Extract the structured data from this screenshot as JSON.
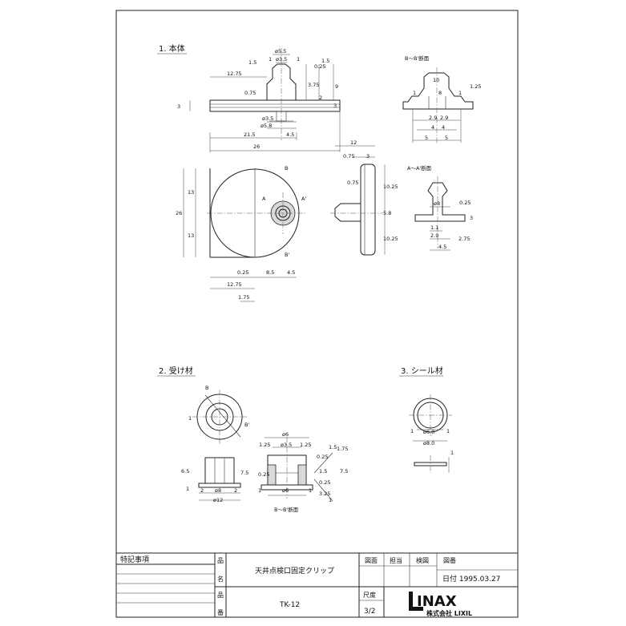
{
  "sections": {
    "s1": "1. 本体",
    "s2": "2. 受け材",
    "s3": "3. シール材"
  },
  "section_labels": {
    "bb_top": "B～B'断面",
    "aa": "A～A'断面",
    "bb_bottom": "B～B'断面",
    "a": "A",
    "a_prime": "A'",
    "b": "B",
    "b_prime": "B'"
  },
  "dims": {
    "d55": "ø5.5",
    "d35a": "ø3.5",
    "d1a": "1",
    "d15a": "1.5",
    "d025a": "0.25",
    "d1275a": "12.75",
    "d075a": "0.75",
    "d375": "3.75",
    "d15b": "1.5",
    "d3a": "3",
    "d2a": "2",
    "d9": "9",
    "d1b": "1",
    "d3b": "3",
    "d35b": "ø3.5",
    "d58": "ø5.8",
    "d215": "21.5",
    "d45a": "4.5",
    "d26a": "26",
    "bb10": "10",
    "bb125": "1.25",
    "bb1": "1",
    "bb8": "8",
    "bb1b": "1",
    "bb29a": "2.9",
    "bb29b": "2.9",
    "bb4a": "4",
    "bb4b": "4",
    "bb5a": "5",
    "bb5b": "5",
    "p13a": "13",
    "p26": "26",
    "p13b": "13",
    "p025": "0.25",
    "p85": "8.5",
    "p45": "4.5",
    "p1275": "12.75",
    "p175": "1.75",
    "s12": "12",
    "s075a": "0.75",
    "s3": "3",
    "s075b": "0.75",
    "s1025a": "10.25",
    "s58": "5.8",
    "s1025b": "10.25",
    "aa8": "ø8",
    "aa025": "0.25",
    "aa3": "3",
    "aa11": "1.1",
    "aa29": "2.9",
    "aa275": "2.75",
    "aa45": "4.5",
    "r1": "1",
    "r65": "6.5",
    "r75a": "7.5",
    "r1b": "1",
    "r2a": "2",
    "r2b": "2",
    "r8": "ø8",
    "r12": "ø12",
    "q6": "ø6",
    "q125a": "1.25",
    "q35": "ø3.5",
    "q125b": "1.25",
    "q15a": "1.5",
    "q175": "1.75",
    "q025a": "0.25",
    "q15b": "1.5",
    "q025b": "0.25",
    "q75": "7.5",
    "q025c": "0.25",
    "q6b": "ø6",
    "q1a": "1",
    "q1b": "1",
    "q325": "3.25",
    "q1c": "1",
    "seal1a": "1",
    "seal60": "ø6.0",
    "seal1b": "1",
    "seal80": "ø8.0",
    "seal1c": "1"
  },
  "title_block": {
    "notes_label": "特記事項",
    "name_label_1": "品",
    "name_label_2": "名",
    "name_value": "天井点検口固定クリップ",
    "number_label_1": "品",
    "number_label_2": "番",
    "number_value": "TK-12",
    "drawing_label": "図面",
    "designer_label": "担当",
    "checker_label": "検図",
    "drawing_number_label": "図番",
    "date": "日付 1995.03.27",
    "scale_label": "尺度",
    "scale_value": "3/2",
    "logo_text": "INAX",
    "company": "株式会社 LIXIL"
  }
}
